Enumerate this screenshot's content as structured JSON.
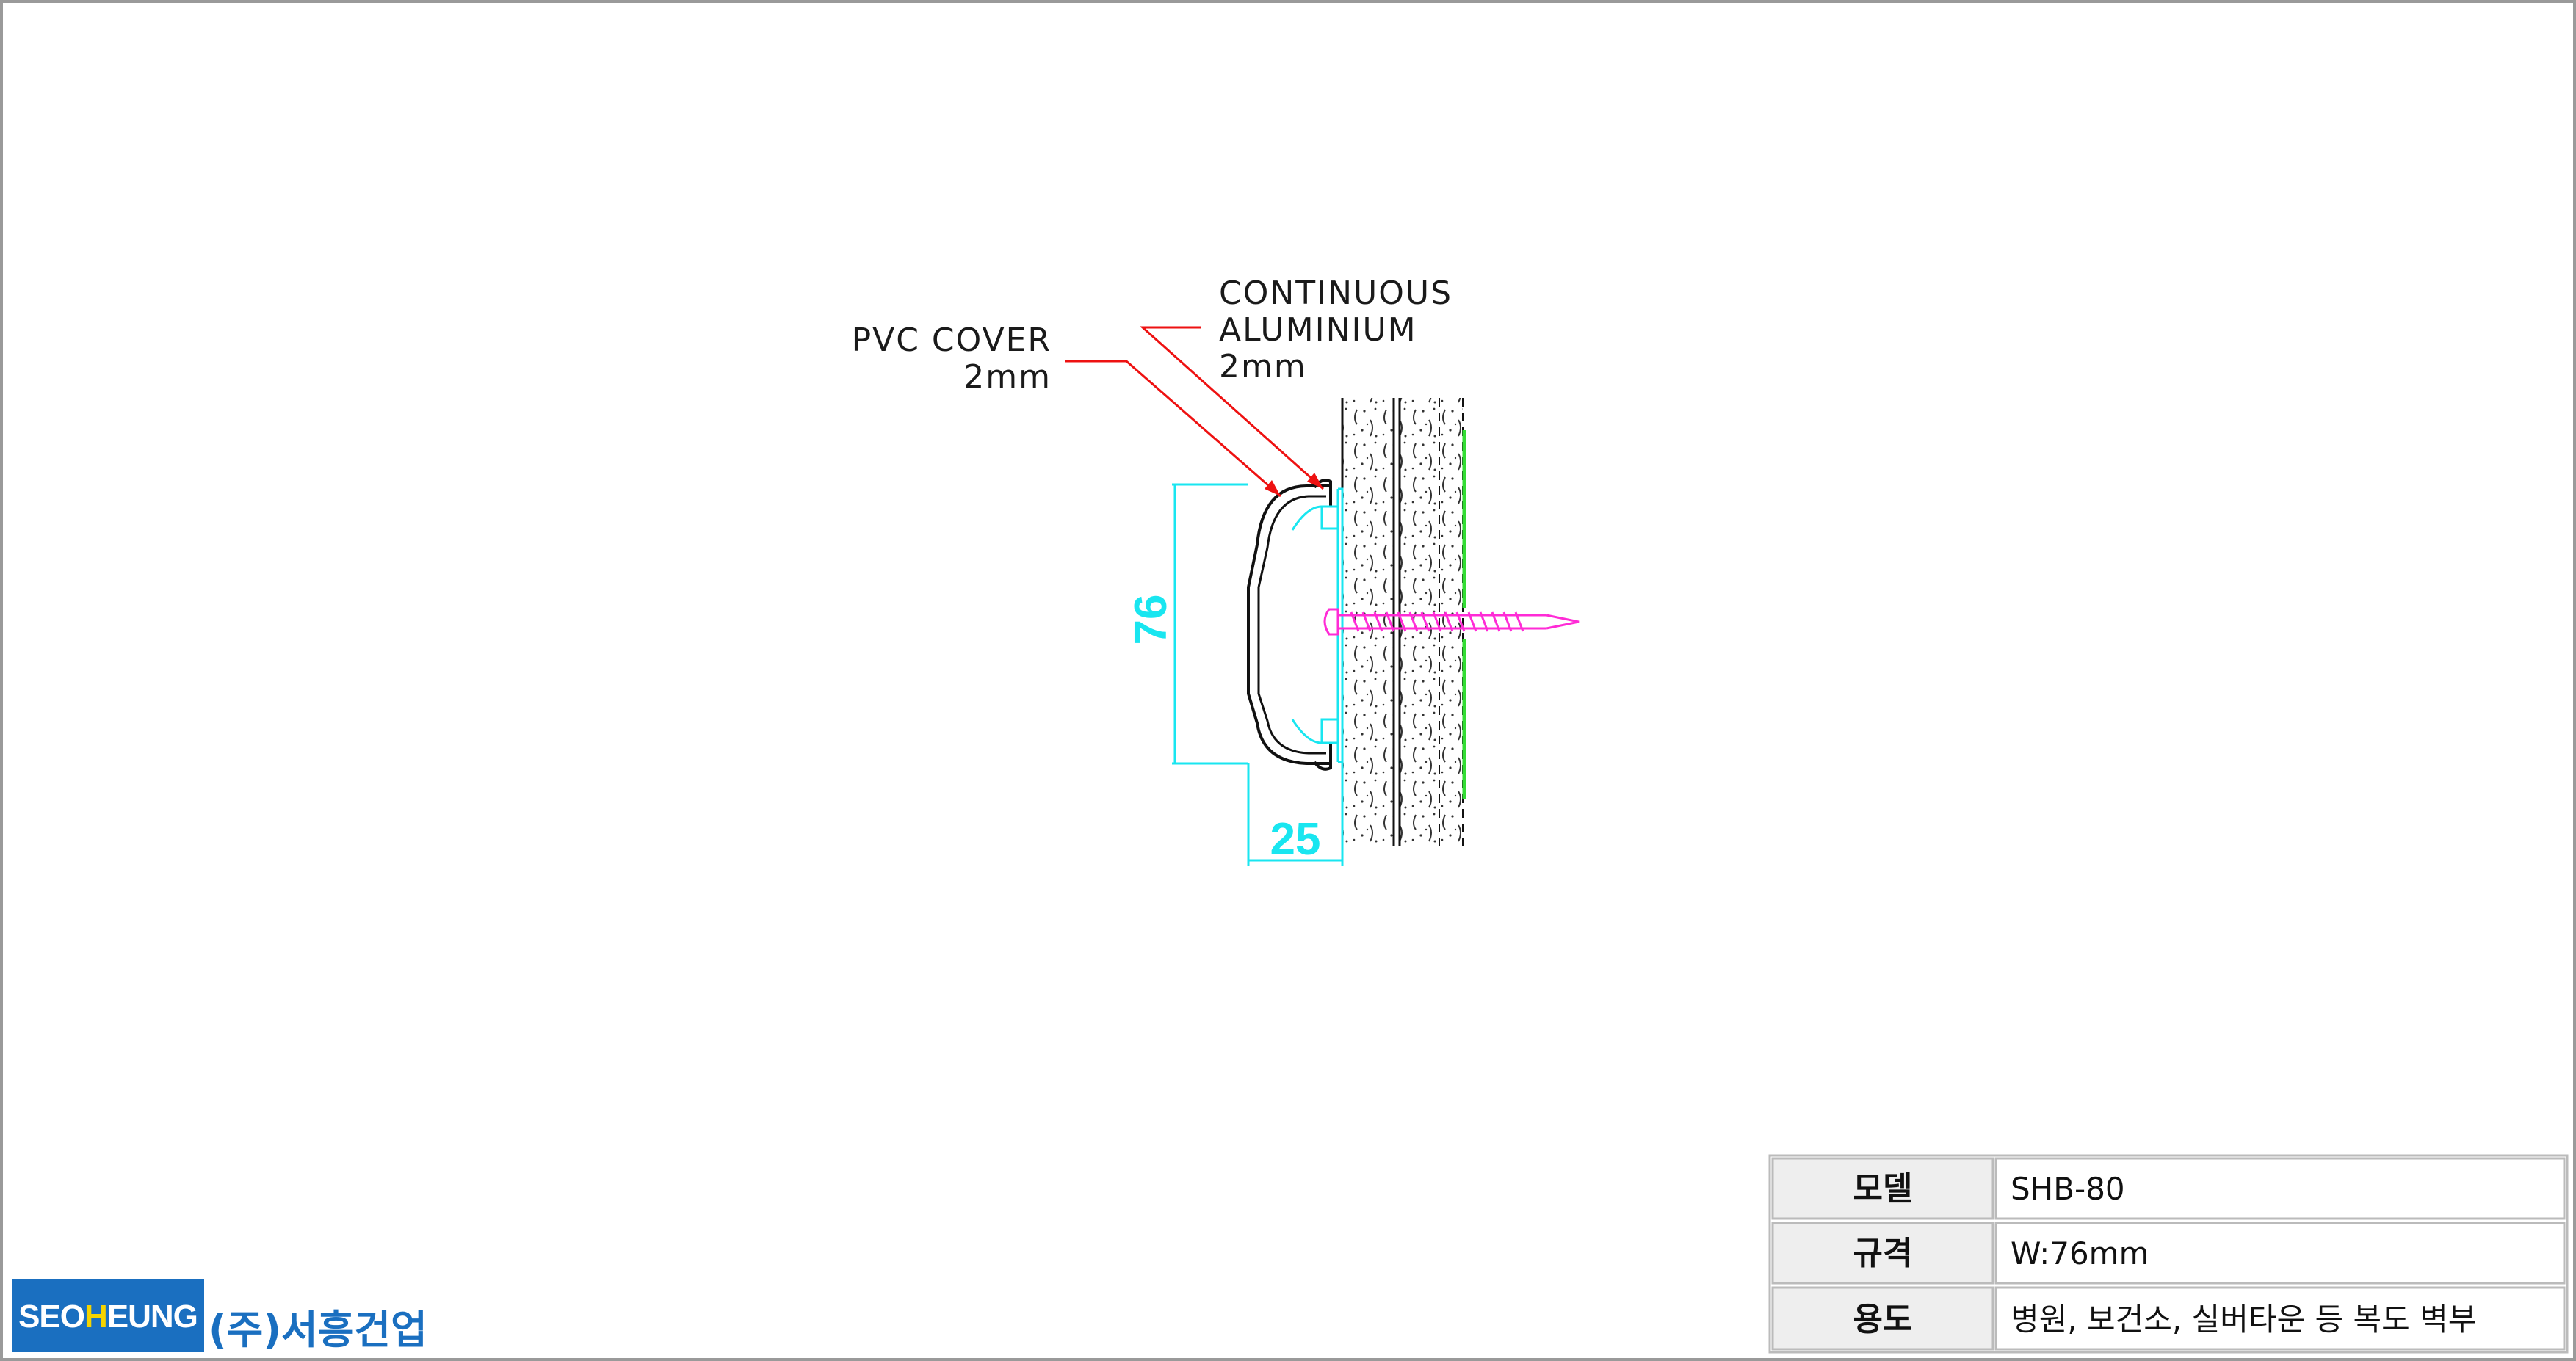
{
  "diagram": {
    "labels": {
      "pvc_cover_line1": "PVC COVER",
      "pvc_cover_line2": "2mm",
      "aluminium_line1": "CONTINUOUS",
      "aluminium_line2": "ALUMINIUM",
      "aluminium_line3": "2mm"
    },
    "dimensions": {
      "height": "76",
      "depth": "25"
    },
    "colors": {
      "dimension": "#19e6f0",
      "leader": "#ee1111",
      "screw": "#ff2bd6",
      "adhesive": "#33dd33",
      "outline": "#111111"
    }
  },
  "spec_table": {
    "rows": [
      {
        "label": "모델",
        "value": "SHB-80"
      },
      {
        "label": "규격",
        "value": "W:76mm"
      },
      {
        "label": "용도",
        "value": "병원, 보건소, 실버타운 등 복도 벽부"
      }
    ],
    "header_bg": "#eeeeee"
  },
  "branding": {
    "logo_part1": "SEO",
    "logo_part2": "H",
    "logo_part3": "EUNG",
    "company_name": "(주)서흥건업",
    "logo_bg": "#1a6fc0",
    "logo_accent": "#f5d400"
  }
}
